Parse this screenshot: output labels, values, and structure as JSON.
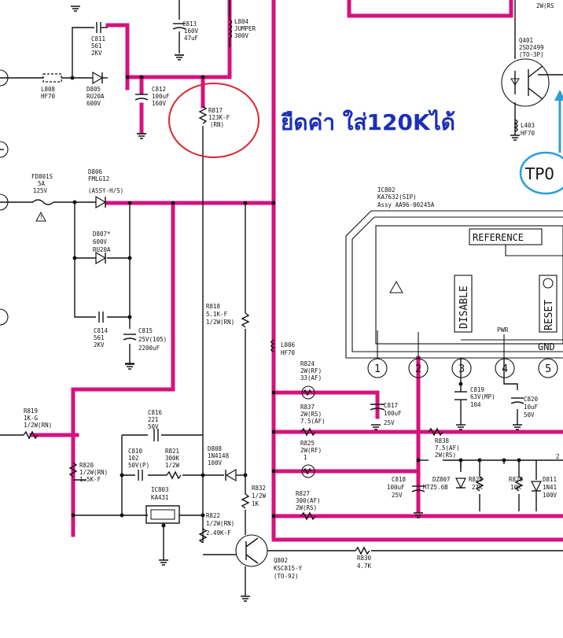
{
  "annotation": {
    "note_text": "ยืดค่า ใส่120Kได้",
    "note_color": "#1b2fb8",
    "highlight_color": "#d6127e",
    "circle_color": "#d9272e",
    "tp_color": "#2a9fd8"
  },
  "tp": {
    "label": "TP0"
  },
  "components": {
    "c813": [
      "C813",
      "160V",
      "47uF"
    ],
    "l804": [
      "L804",
      "JUMPER",
      "300V"
    ],
    "c811": [
      "C811",
      "561",
      "2KV"
    ],
    "l808": [
      "L808",
      "HF70"
    ],
    "d805": [
      "D805",
      "RU20A",
      "600V"
    ],
    "c812": [
      "C812",
      "100uF",
      "160V"
    ],
    "r817": [
      "R817",
      "123K-F",
      "(RN)"
    ],
    "q401": [
      "Q401",
      "2SD2499",
      "(TO-3P)"
    ],
    "l403": [
      "L403",
      "HF70"
    ],
    "r_top": [
      "2W(RS"
    ],
    "fd801s": [
      "FD801S",
      "5A",
      "125V"
    ],
    "d806": [
      "D806",
      "FMLG12",
      "(ASSY-H/S)"
    ],
    "d807": [
      "D807*",
      "600V",
      "RU20A"
    ],
    "c814": [
      "C814",
      "561",
      "2KV"
    ],
    "c815": [
      "C815",
      "25V(105)",
      "2200uF"
    ],
    "r818": [
      "R818",
      "5.1K-F",
      "1/2W(RN)"
    ],
    "l806": [
      "L806",
      "HF70"
    ],
    "ic802": [
      "IC802",
      "KA7632(SIP)",
      "Assy AA96-00245A"
    ],
    "reference": "REFERENCE",
    "disable": "DISABLE",
    "reset": "RESET",
    "pwr": "PWR",
    "gnd": "GND",
    "pins": [
      "1",
      "2",
      "3",
      "4",
      "5"
    ],
    "c819": [
      "C819",
      "63V(MP)",
      "104"
    ],
    "c820": [
      "C820",
      "10uF",
      "50V"
    ],
    "c817": [
      "C817",
      "100uF",
      "25V"
    ],
    "r824": [
      "R824",
      "2W(RF)",
      "33(AF)"
    ],
    "r837": [
      "R837",
      "2W(RS)",
      "7.5(AF)"
    ],
    "r825": [
      "R825",
      "2W(RF)",
      "1"
    ],
    "r827": [
      "R827",
      "300(AF)",
      "2W(RS)"
    ],
    "r838": [
      "R838",
      "7.5(AF)",
      "2W(RS)"
    ],
    "c818": [
      "C818",
      "100uF",
      "25V"
    ],
    "dz807": [
      "DZ807",
      "MTZ5.6B"
    ],
    "r829": [
      "R829",
      "27K"
    ],
    "r828": [
      "R828",
      "10K"
    ],
    "d811": [
      "D811",
      "1N41",
      "100V"
    ],
    "r819": [
      "R819",
      "1K-G",
      "1/2W(RN)"
    ],
    "c816": [
      "C816",
      "221",
      "50V"
    ],
    "c810": [
      "C810",
      "102",
      "50V(P)"
    ],
    "r821": [
      "R821",
      "300K",
      "1/2W"
    ],
    "d808": [
      "D808",
      "1N4148",
      "100V"
    ],
    "r820": [
      "R820",
      "1/2W(RN)",
      "1.5K-F"
    ],
    "ic803": [
      "IC803",
      "KA431"
    ],
    "r822": [
      "R822",
      "1/2W(RN)",
      "2.49K-F"
    ],
    "r832": [
      "R832",
      "1/2W",
      "1K"
    ],
    "r830": [
      "R830",
      "4.7K"
    ],
    "q802": [
      "Q802",
      "KSC815-Y",
      "(TO-92)"
    ],
    "edge_right": [
      "2"
    ]
  }
}
